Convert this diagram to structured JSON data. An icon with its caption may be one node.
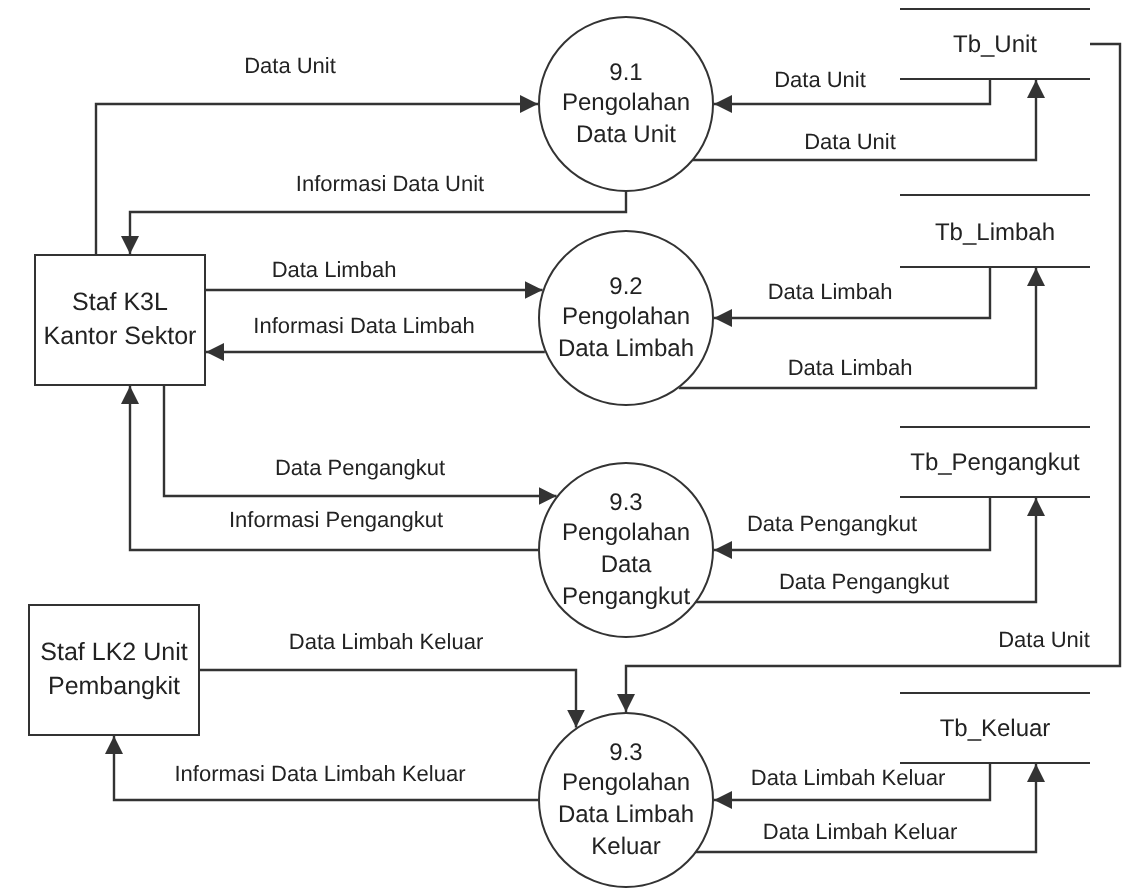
{
  "diagram": {
    "nodes": [
      {
        "text": [
          "Staf K3L Kantor Sektor"
        ]
      },
      {
        "text": [
          "9.1",
          "Pengolahan Data Unit"
        ]
      },
      {
        "text": [
          "Tb_Unit"
        ]
      },
      {
        "text": [
          "9.2",
          "Pengolahan Data Limbah"
        ]
      },
      {
        "text": [
          "Tb_Limbah"
        ]
      },
      {
        "text": [
          "9.3",
          "Pengolahan Data Pengangkut"
        ]
      },
      {
        "text": [
          "Tb_Pengangkut"
        ]
      },
      {
        "text": [
          "Staf LK2 Unit Pembangkit"
        ]
      },
      {
        "text": [
          "9.3",
          "Pengolahan Data Limbah Keluar"
        ]
      },
      {
        "text": [
          "Tb_Keluar"
        ]
      }
    ],
    "edges": [
      {
        "from": 0,
        "to": 1,
        "arrow": "to",
        "label": "Data Unit"
      },
      {
        "from": 1,
        "to": 0,
        "arrow": "to",
        "label": "Informasi Data Unit"
      },
      {
        "from": 2,
        "to": 1,
        "arrow": "to",
        "label": "Data Unit"
      },
      {
        "from": 1,
        "to": 2,
        "arrow": "to",
        "label": "Data Unit"
      },
      {
        "from": 0,
        "to": 3,
        "arrow": "to",
        "label": "Data Limbah"
      },
      {
        "from": 3,
        "to": 0,
        "arrow": "to",
        "label": "Informasi Data Limbah"
      },
      {
        "from": 4,
        "to": 3,
        "arrow": "to",
        "label": "Data Limbah"
      },
      {
        "from": 3,
        "to": 4,
        "arrow": "to",
        "label": "Data Limbah"
      },
      {
        "from": 0,
        "to": 5,
        "arrow": "to",
        "label": "Data Pengangkut"
      },
      {
        "from": 5,
        "to": 0,
        "arrow": "to",
        "label": "Informasi Pengangkut"
      },
      {
        "from": 6,
        "to": 5,
        "arrow": "to",
        "label": "Data Pengangkut"
      },
      {
        "from": 5,
        "to": 6,
        "arrow": "to",
        "label": "Data Pengangkut"
      },
      {
        "from": 7,
        "to": 8,
        "arrow": "to",
        "label": "Data Limbah Keluar"
      },
      {
        "from": 2,
        "to": 8,
        "arrow": "to",
        "label": "Data Unit"
      },
      {
        "from": 8,
        "to": 7,
        "arrow": "to",
        "label": "Informasi Data Limbah Keluar"
      },
      {
        "from": 9,
        "to": 8,
        "arrow": "to",
        "label": "Data Limbah Keluar"
      },
      {
        "from": 8,
        "to": 9,
        "arrow": "to",
        "label": "Data Limbah Keluar"
      }
    ]
  }
}
